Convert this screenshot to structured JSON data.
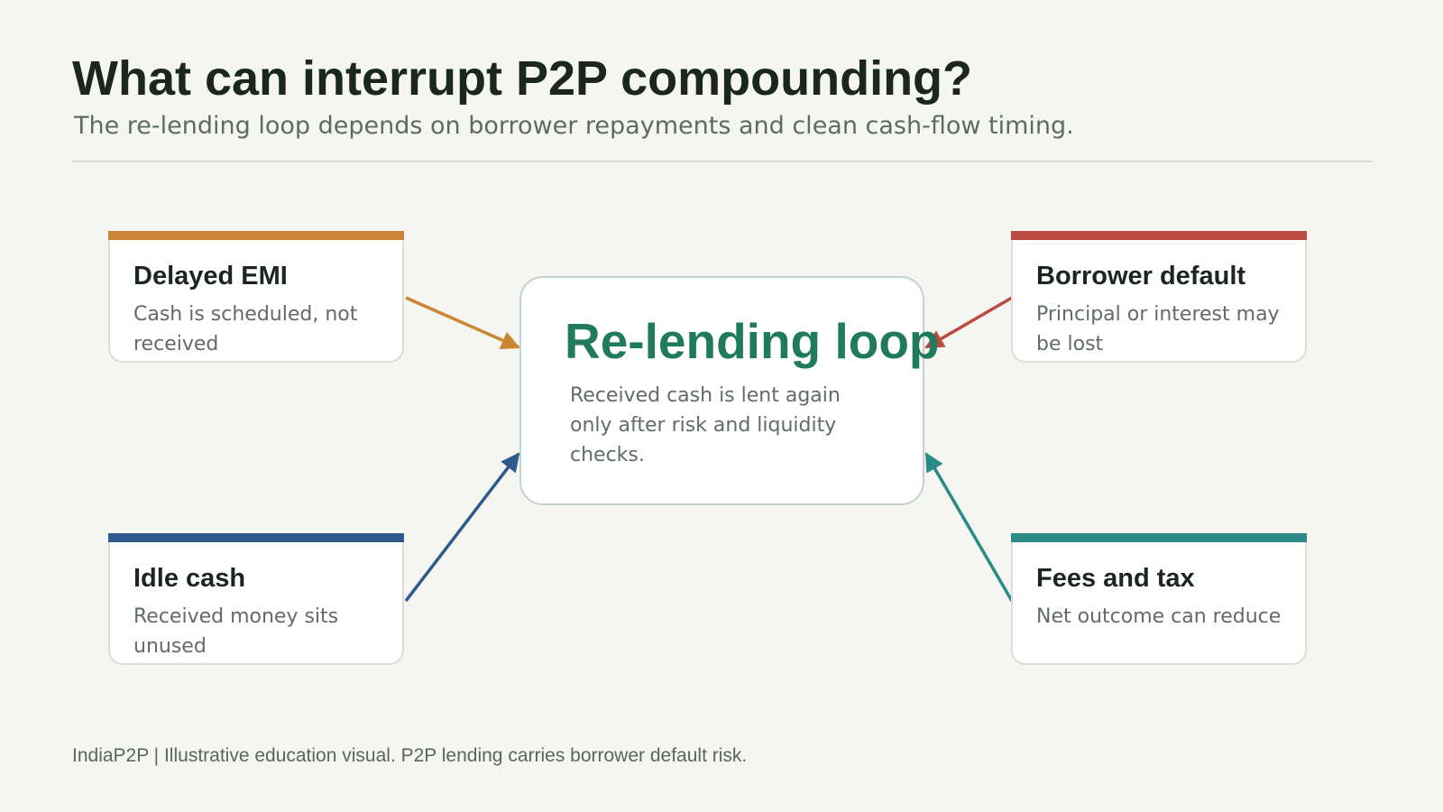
{
  "title": "What can interrupt P2P compounding?",
  "subtitle": "The re-lending loop depends on borrower repayments and clean cash-flow timing.",
  "center": {
    "title": "Re-lending loop",
    "text": "Received cash is lent again only after risk and liquidity checks."
  },
  "factors": [
    {
      "title": "Delayed EMI",
      "text": "Cash is scheduled, not received",
      "color": "#cc8532"
    },
    {
      "title": "Borrower default",
      "text": "Principal or interest may be lost",
      "color": "#bc4a40"
    },
    {
      "title": "Idle cash",
      "text": "Received money sits unused",
      "color": "#2f5a8e"
    },
    {
      "title": "Fees and tax",
      "text": "Net outcome can reduce",
      "color": "#2a8a86"
    }
  ],
  "footer": "IndiaP2P | Illustrative education visual. P2P lending carries borrower default risk.",
  "colors": {
    "background": "#f5f6f2",
    "center_title": "#1f7b5a",
    "center_border": "#c3d2ca"
  }
}
